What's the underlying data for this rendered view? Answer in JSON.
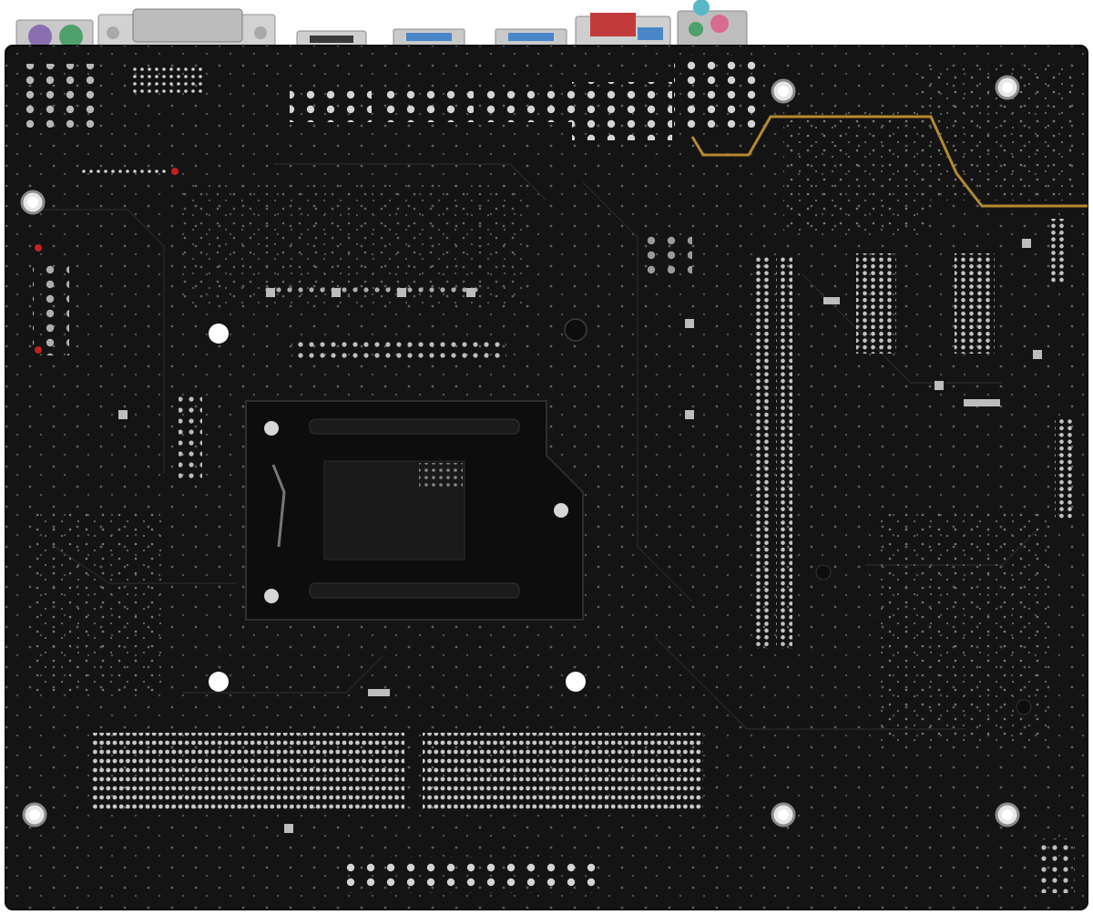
{
  "photo": {
    "subject": "motherboard-rear-side",
    "colors": {
      "background": "#ffffff",
      "pcb": "#141414",
      "pcb_edge": "#0a0a0a",
      "trace": "#2a2a2a",
      "solder": "#d9d9d9",
      "solder_dim": "#8c8c8c",
      "gold_trace": "#b58a2e",
      "socket_bracket": "#0d0d0d",
      "port_metal": "#c9c9c9",
      "ps2_purple": "#8a6fb0",
      "ps2_green": "#4fa06a",
      "usb_blue": "#4a86c8",
      "lan_red": "#c23b3b",
      "audio_pink": "#d86b92",
      "audio_cyan": "#58b8c8",
      "led_red": "#c42020"
    },
    "io_ports": [
      {
        "name": "ps2-port",
        "icon": "ps2-connector-icon"
      },
      {
        "name": "vga-port",
        "icon": "d-sub-connector-icon"
      },
      {
        "name": "hdmi-port",
        "icon": "hdmi-connector-icon"
      },
      {
        "name": "usb3-port-a",
        "icon": "usb-connector-icon"
      },
      {
        "name": "usb3-port-b",
        "icon": "usb-connector-icon"
      },
      {
        "name": "lan-usb-port",
        "icon": "ethernet-connector-icon"
      },
      {
        "name": "audio-jacks",
        "icon": "audio-jack-icon"
      }
    ],
    "components": [
      {
        "name": "cpu-socket-backplate",
        "icon": "cpu-socket-icon"
      },
      {
        "name": "pcie-slot-pins",
        "icon": "expansion-slot-icon"
      },
      {
        "name": "dimm-slot-pins",
        "icon": "memory-slot-icon"
      },
      {
        "name": "mounting-holes",
        "icon": "screw-hole-icon"
      },
      {
        "name": "header-pins",
        "icon": "pin-header-icon"
      }
    ]
  }
}
